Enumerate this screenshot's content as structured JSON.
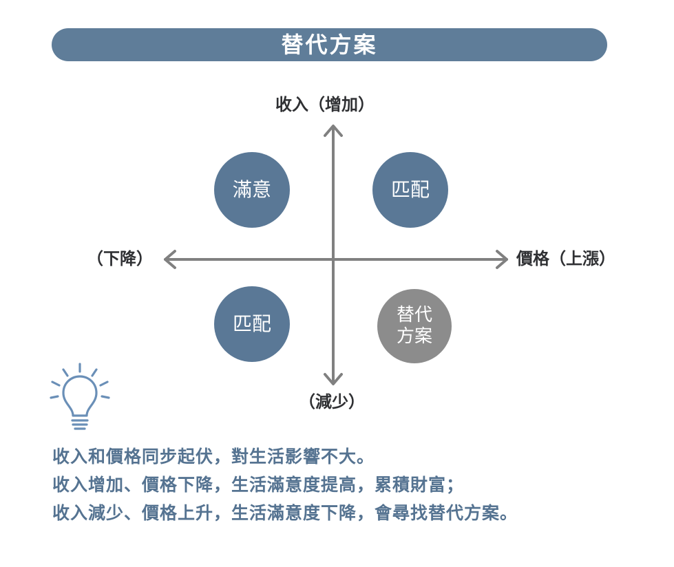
{
  "title": "替代方案",
  "axes": {
    "top": "收入（增加）",
    "bottom": "（減少）",
    "left": "（下降）",
    "right": "價格（上漲）"
  },
  "quadrants": {
    "top_left": "滿意",
    "top_right": "匹配",
    "bottom_left": "匹配",
    "bottom_right_line1": "替代",
    "bottom_right_line2": "方案"
  },
  "colors": {
    "title_bar": "#5f7d99",
    "circle_blue": "#5a7896",
    "circle_gray": "#8c8c8c",
    "axis": "#808080",
    "note_text": "#557391",
    "bulb": "#6a8fb7"
  },
  "icons": {
    "bulb": "lightbulb-icon"
  },
  "notes": [
    "收入和價格同步起伏，對生活影響不大。",
    "收入增加、價格下降，生活滿意度提高，累積財富；",
    "收入減少、價格上升，生活滿意度下降，會尋找替代方案。"
  ]
}
